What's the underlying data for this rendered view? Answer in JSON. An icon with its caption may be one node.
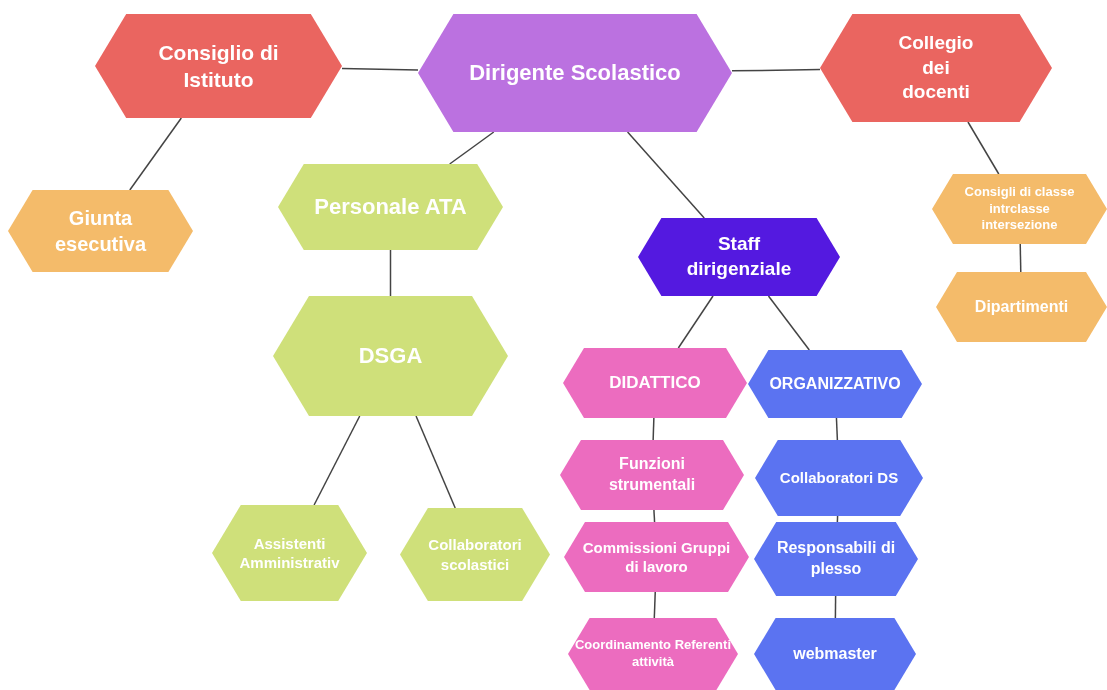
{
  "diagram": {
    "nodes": [
      {
        "text": [
          "Consiglio di Istituto"
        ]
      },
      {
        "text": [
          "Dirigente Scolastico"
        ]
      },
      {
        "text": [
          "Collegio dei docenti"
        ]
      },
      {
        "text": [
          "Giunta esecutiva"
        ]
      },
      {
        "text": [
          "Personale ATA"
        ]
      },
      {
        "text": [
          "Staff dirigenziale"
        ]
      },
      {
        "text": [
          "Consigli di classe intrclasse intersezione"
        ]
      },
      {
        "text": [
          "Dipartimenti"
        ]
      },
      {
        "text": [
          "DSGA"
        ]
      },
      {
        "text": [
          "Assistenti Amministrativ"
        ]
      },
      {
        "text": [
          "Collaboratori scolastici"
        ]
      },
      {
        "text": [
          "DIDATTICO"
        ]
      },
      {
        "text": [
          "ORGANIZZATIVO"
        ]
      },
      {
        "text": [
          "Funzioni strumentali"
        ]
      },
      {
        "text": [
          "Collaboratori DS"
        ]
      },
      {
        "text": [
          "Commissioni Gruppi di lavoro"
        ]
      },
      {
        "text": [
          "Responsabili di plesso"
        ]
      },
      {
        "text": [
          "Coordinamento Referenti attività"
        ]
      },
      {
        "text": [
          "webmaster"
        ]
      }
    ],
    "edges": [
      {
        "from": 0,
        "to": 1,
        "arrow": "none"
      },
      {
        "from": 1,
        "to": 2,
        "arrow": "none"
      },
      {
        "from": 0,
        "to": 3,
        "arrow": "none"
      },
      {
        "from": 1,
        "to": 4,
        "arrow": "none"
      },
      {
        "from": 1,
        "to": 5,
        "arrow": "none"
      },
      {
        "from": 2,
        "to": 6,
        "arrow": "none"
      },
      {
        "from": 6,
        "to": 7,
        "arrow": "none"
      },
      {
        "from": 4,
        "to": 8,
        "arrow": "none"
      },
      {
        "from": 8,
        "to": 9,
        "arrow": "none"
      },
      {
        "from": 8,
        "to": 10,
        "arrow": "none"
      },
      {
        "from": 5,
        "to": 11,
        "arrow": "none"
      },
      {
        "from": 5,
        "to": 12,
        "arrow": "none"
      },
      {
        "from": 11,
        "to": 13,
        "arrow": "none"
      },
      {
        "from": 13,
        "to": 15,
        "arrow": "none"
      },
      {
        "from": 15,
        "to": 17,
        "arrow": "none"
      },
      {
        "from": 12,
        "to": 14,
        "arrow": "none"
      },
      {
        "from": 14,
        "to": 16,
        "arrow": "none"
      },
      {
        "from": 16,
        "to": 18,
        "arrow": "none"
      }
    ]
  }
}
